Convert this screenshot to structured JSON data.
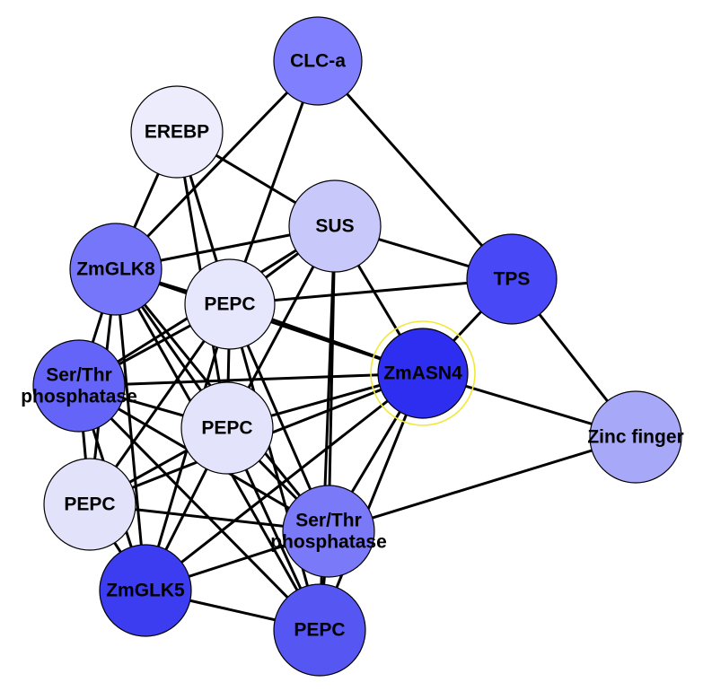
{
  "nodes": [
    {
      "id": "clca",
      "label": "CLC-a",
      "color": "#8080ff"
    },
    {
      "id": "erebp",
      "label": "EREBP",
      "color": "#ececfd"
    },
    {
      "id": "sus",
      "label": "SUS",
      "color": "#c8c8fb"
    },
    {
      "id": "tps",
      "label": "TPS",
      "color": "#4848f6"
    },
    {
      "id": "glk8",
      "label": "ZmGLK8",
      "color": "#7676fa"
    },
    {
      "id": "pepc1",
      "label": "PEPC",
      "color": "#e6e6fc"
    },
    {
      "id": "asn4",
      "label": "ZmASN4",
      "color": "#2e2ef0",
      "highlighted": true
    },
    {
      "id": "ser1",
      "label": "Ser/Thr phosphatase",
      "lines": [
        "Ser/Thr",
        "phosphatase"
      ],
      "color": "#6464f8"
    },
    {
      "id": "pepc2",
      "label": "PEPC",
      "color": "#e3e3fc"
    },
    {
      "id": "zinc",
      "label": "Zinc finger",
      "color": "#a8a8f8"
    },
    {
      "id": "pepc3",
      "label": "PEPC",
      "color": "#e2e2fb"
    },
    {
      "id": "ser2",
      "label": "Ser/Thr phosphatase",
      "lines": [
        "Ser/Thr",
        "phosphatase"
      ],
      "color": "#7a7af8"
    },
    {
      "id": "glk5",
      "label": "ZmGLK5",
      "color": "#3c3cf0"
    },
    {
      "id": "pepc4",
      "label": "PEPC",
      "color": "#5656f2"
    }
  ],
  "edges": [
    [
      "clca",
      "glk8"
    ],
    [
      "clca",
      "pepc1"
    ],
    [
      "clca",
      "tps"
    ],
    [
      "erebp",
      "glk8"
    ],
    [
      "erebp",
      "pepc1"
    ],
    [
      "erebp",
      "sus"
    ],
    [
      "erebp",
      "pepc2"
    ],
    [
      "sus",
      "glk8"
    ],
    [
      "sus",
      "pepc1"
    ],
    [
      "sus",
      "tps"
    ],
    [
      "sus",
      "asn4"
    ],
    [
      "sus",
      "ser1"
    ],
    [
      "sus",
      "pepc2"
    ],
    [
      "sus",
      "ser2"
    ],
    [
      "sus",
      "pepc4"
    ],
    [
      "tps",
      "pepc1"
    ],
    [
      "tps",
      "asn4"
    ],
    [
      "tps",
      "zinc"
    ],
    [
      "glk8",
      "pepc1"
    ],
    [
      "glk8",
      "asn4"
    ],
    [
      "glk8",
      "ser1"
    ],
    [
      "glk8",
      "pepc2"
    ],
    [
      "glk8",
      "pepc3"
    ],
    [
      "glk8",
      "ser2"
    ],
    [
      "glk8",
      "glk5"
    ],
    [
      "glk8",
      "pepc4"
    ],
    [
      "pepc1",
      "asn4"
    ],
    [
      "pepc1",
      "ser1"
    ],
    [
      "pepc1",
      "pepc2"
    ],
    [
      "pepc1",
      "pepc3"
    ],
    [
      "pepc1",
      "ser2"
    ],
    [
      "pepc1",
      "glk5"
    ],
    [
      "pepc1",
      "pepc4"
    ],
    [
      "asn4",
      "zinc"
    ],
    [
      "asn4",
      "ser1"
    ],
    [
      "asn4",
      "pepc2"
    ],
    [
      "asn4",
      "pepc3"
    ],
    [
      "asn4",
      "ser2"
    ],
    [
      "asn4",
      "glk5"
    ],
    [
      "asn4",
      "pepc4"
    ],
    [
      "ser1",
      "pepc2"
    ],
    [
      "ser1",
      "pepc3"
    ],
    [
      "ser1",
      "ser2"
    ],
    [
      "ser1",
      "glk5"
    ],
    [
      "ser1",
      "pepc4"
    ],
    [
      "pepc2",
      "pepc3"
    ],
    [
      "pepc2",
      "ser2"
    ],
    [
      "pepc2",
      "glk5"
    ],
    [
      "pepc2",
      "pepc4"
    ],
    [
      "zinc",
      "ser2"
    ],
    [
      "pepc3",
      "ser2"
    ],
    [
      "pepc3",
      "glk5"
    ],
    [
      "ser2",
      "glk5"
    ],
    [
      "ser2",
      "pepc4"
    ],
    [
      "glk5",
      "pepc4"
    ]
  ]
}
